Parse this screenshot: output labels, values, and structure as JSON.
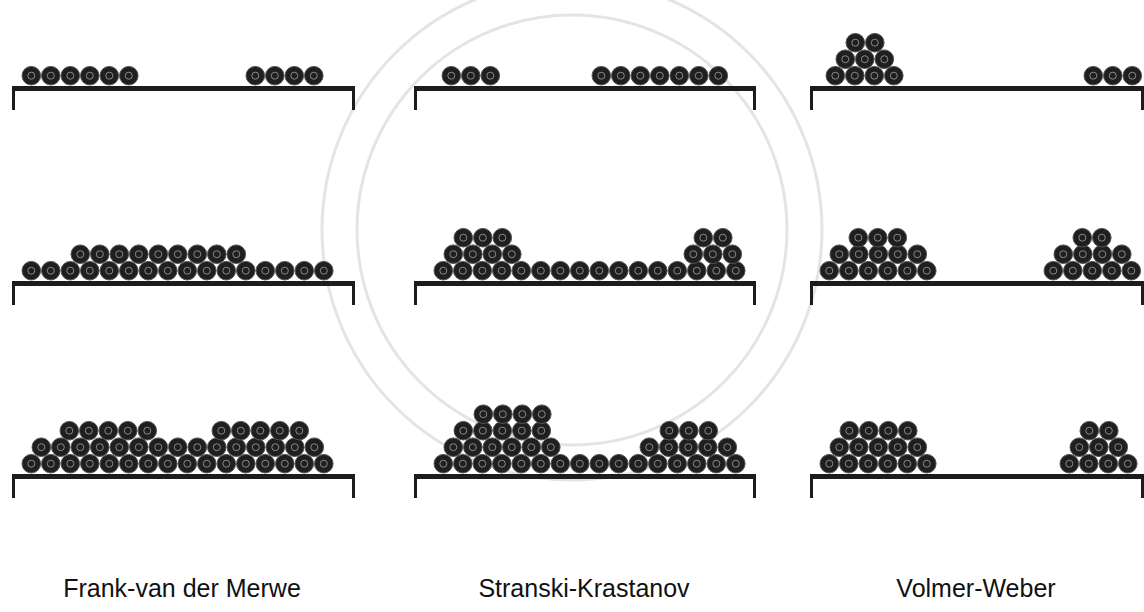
{
  "diagram": {
    "labels": [
      "Frank-van der Merwe",
      "Stranski-Krastanov",
      "Volmer-Weber"
    ]
  }
}
